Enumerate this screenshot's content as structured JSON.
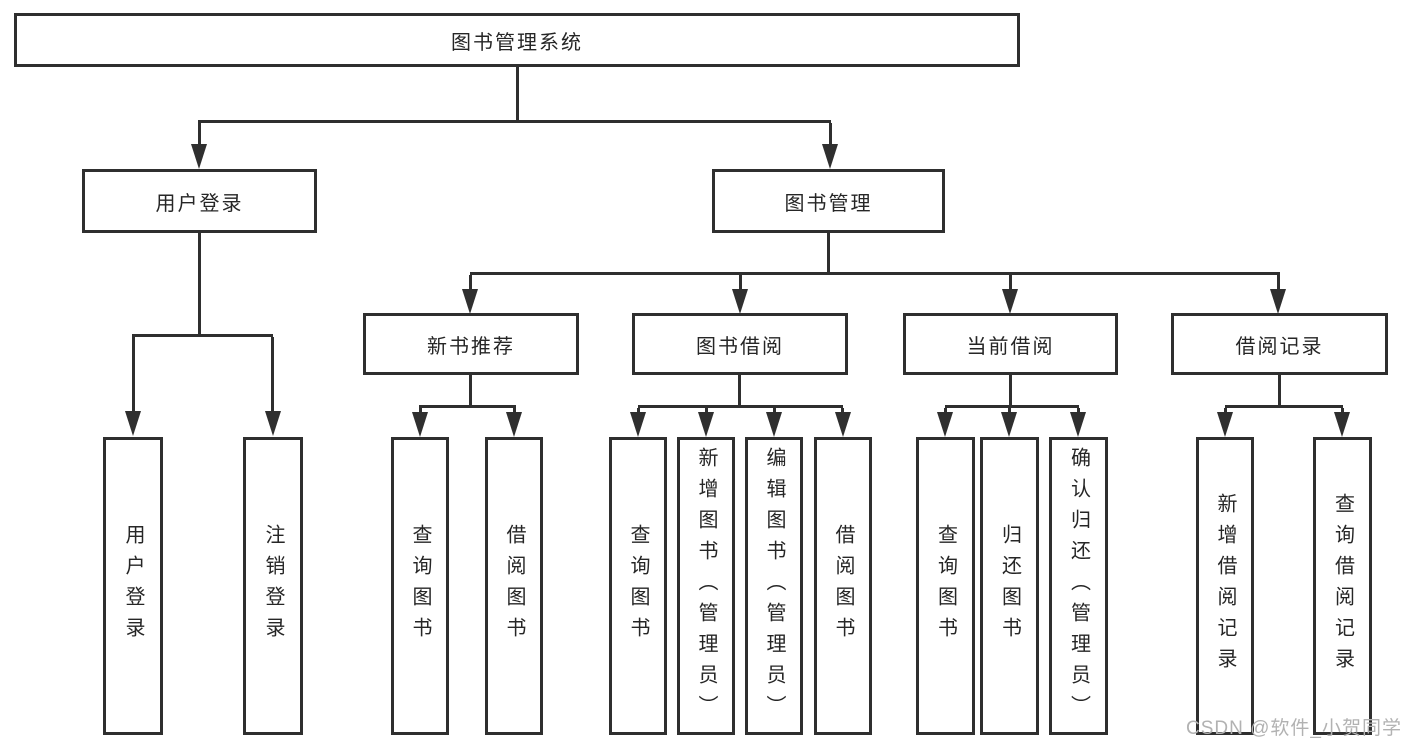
{
  "tree": {
    "root": {
      "label": "图书管理系统"
    },
    "children": [
      {
        "label": "用户登录",
        "children": [
          {
            "label": "用户登录"
          },
          {
            "label": "注销登录"
          }
        ]
      },
      {
        "label": "图书管理",
        "children": [
          {
            "label": "新书推荐",
            "children": [
              {
                "label": "查询图书"
              },
              {
                "label": "借阅图书"
              }
            ]
          },
          {
            "label": "图书借阅",
            "children": [
              {
                "label": "查询图书"
              },
              {
                "label": "新增图书（管理员）"
              },
              {
                "label": "编辑图书（管理员）"
              },
              {
                "label": "借阅图书"
              }
            ]
          },
          {
            "label": "当前借阅",
            "children": [
              {
                "label": "查询图书"
              },
              {
                "label": "归还图书"
              },
              {
                "label": "确认归还（管理员）"
              }
            ]
          },
          {
            "label": "借阅记录",
            "children": [
              {
                "label": "新增借阅记录"
              },
              {
                "label": "查询借阅记录"
              }
            ]
          }
        ]
      }
    ]
  },
  "watermark": {
    "text": "CSDN @软件_小贺同学"
  },
  "colors": {
    "line": "#2f2f2f",
    "text": "#262626",
    "background": "#ffffff",
    "watermark": "#b2b2b2"
  }
}
